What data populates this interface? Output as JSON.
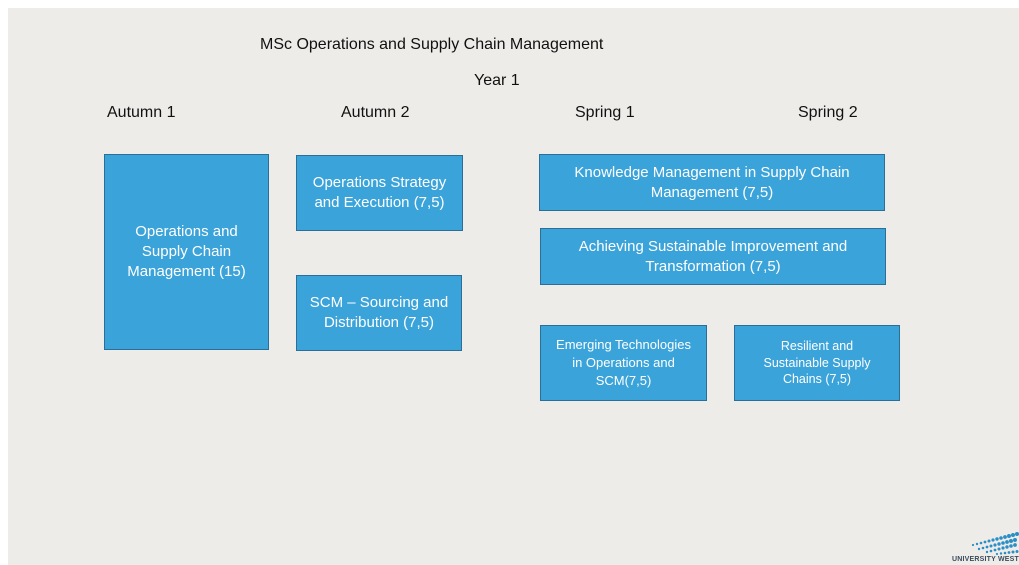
{
  "title": "MSc Operations and Supply Chain Management",
  "year_label": "Year 1",
  "terms": [
    "Autumn 1",
    "Autumn 2",
    "Spring 1",
    "Spring 2"
  ],
  "courses": [
    {
      "text": "Operations and Supply Chain Management (15)",
      "term": "Autumn 1"
    },
    {
      "text": "Operations Strategy and Execution (7,5)",
      "term": "Autumn 2"
    },
    {
      "text": "SCM – Sourcing and Distribution (7,5)",
      "term": "Autumn 2"
    },
    {
      "text": "Knowledge Management in Supply Chain Management (7,5)",
      "term": "Spring 1–2"
    },
    {
      "text": "Achieving Sustainable Improvement and Transformation (7,5)",
      "term": "Spring 1–2"
    },
    {
      "text": "Emerging Technologies in Operations and SCM(7,5)",
      "term": "Spring 1"
    },
    {
      "text": "Resilient and Sustainable Supply Chains (7,5)",
      "term": "Spring 2"
    }
  ],
  "logo": {
    "text": "UNIVERSITY WEST",
    "color": "#2a8fc6"
  },
  "colors": {
    "box": "#3aa3da",
    "box_border": "#2b6f97",
    "background": "#eeece9"
  }
}
